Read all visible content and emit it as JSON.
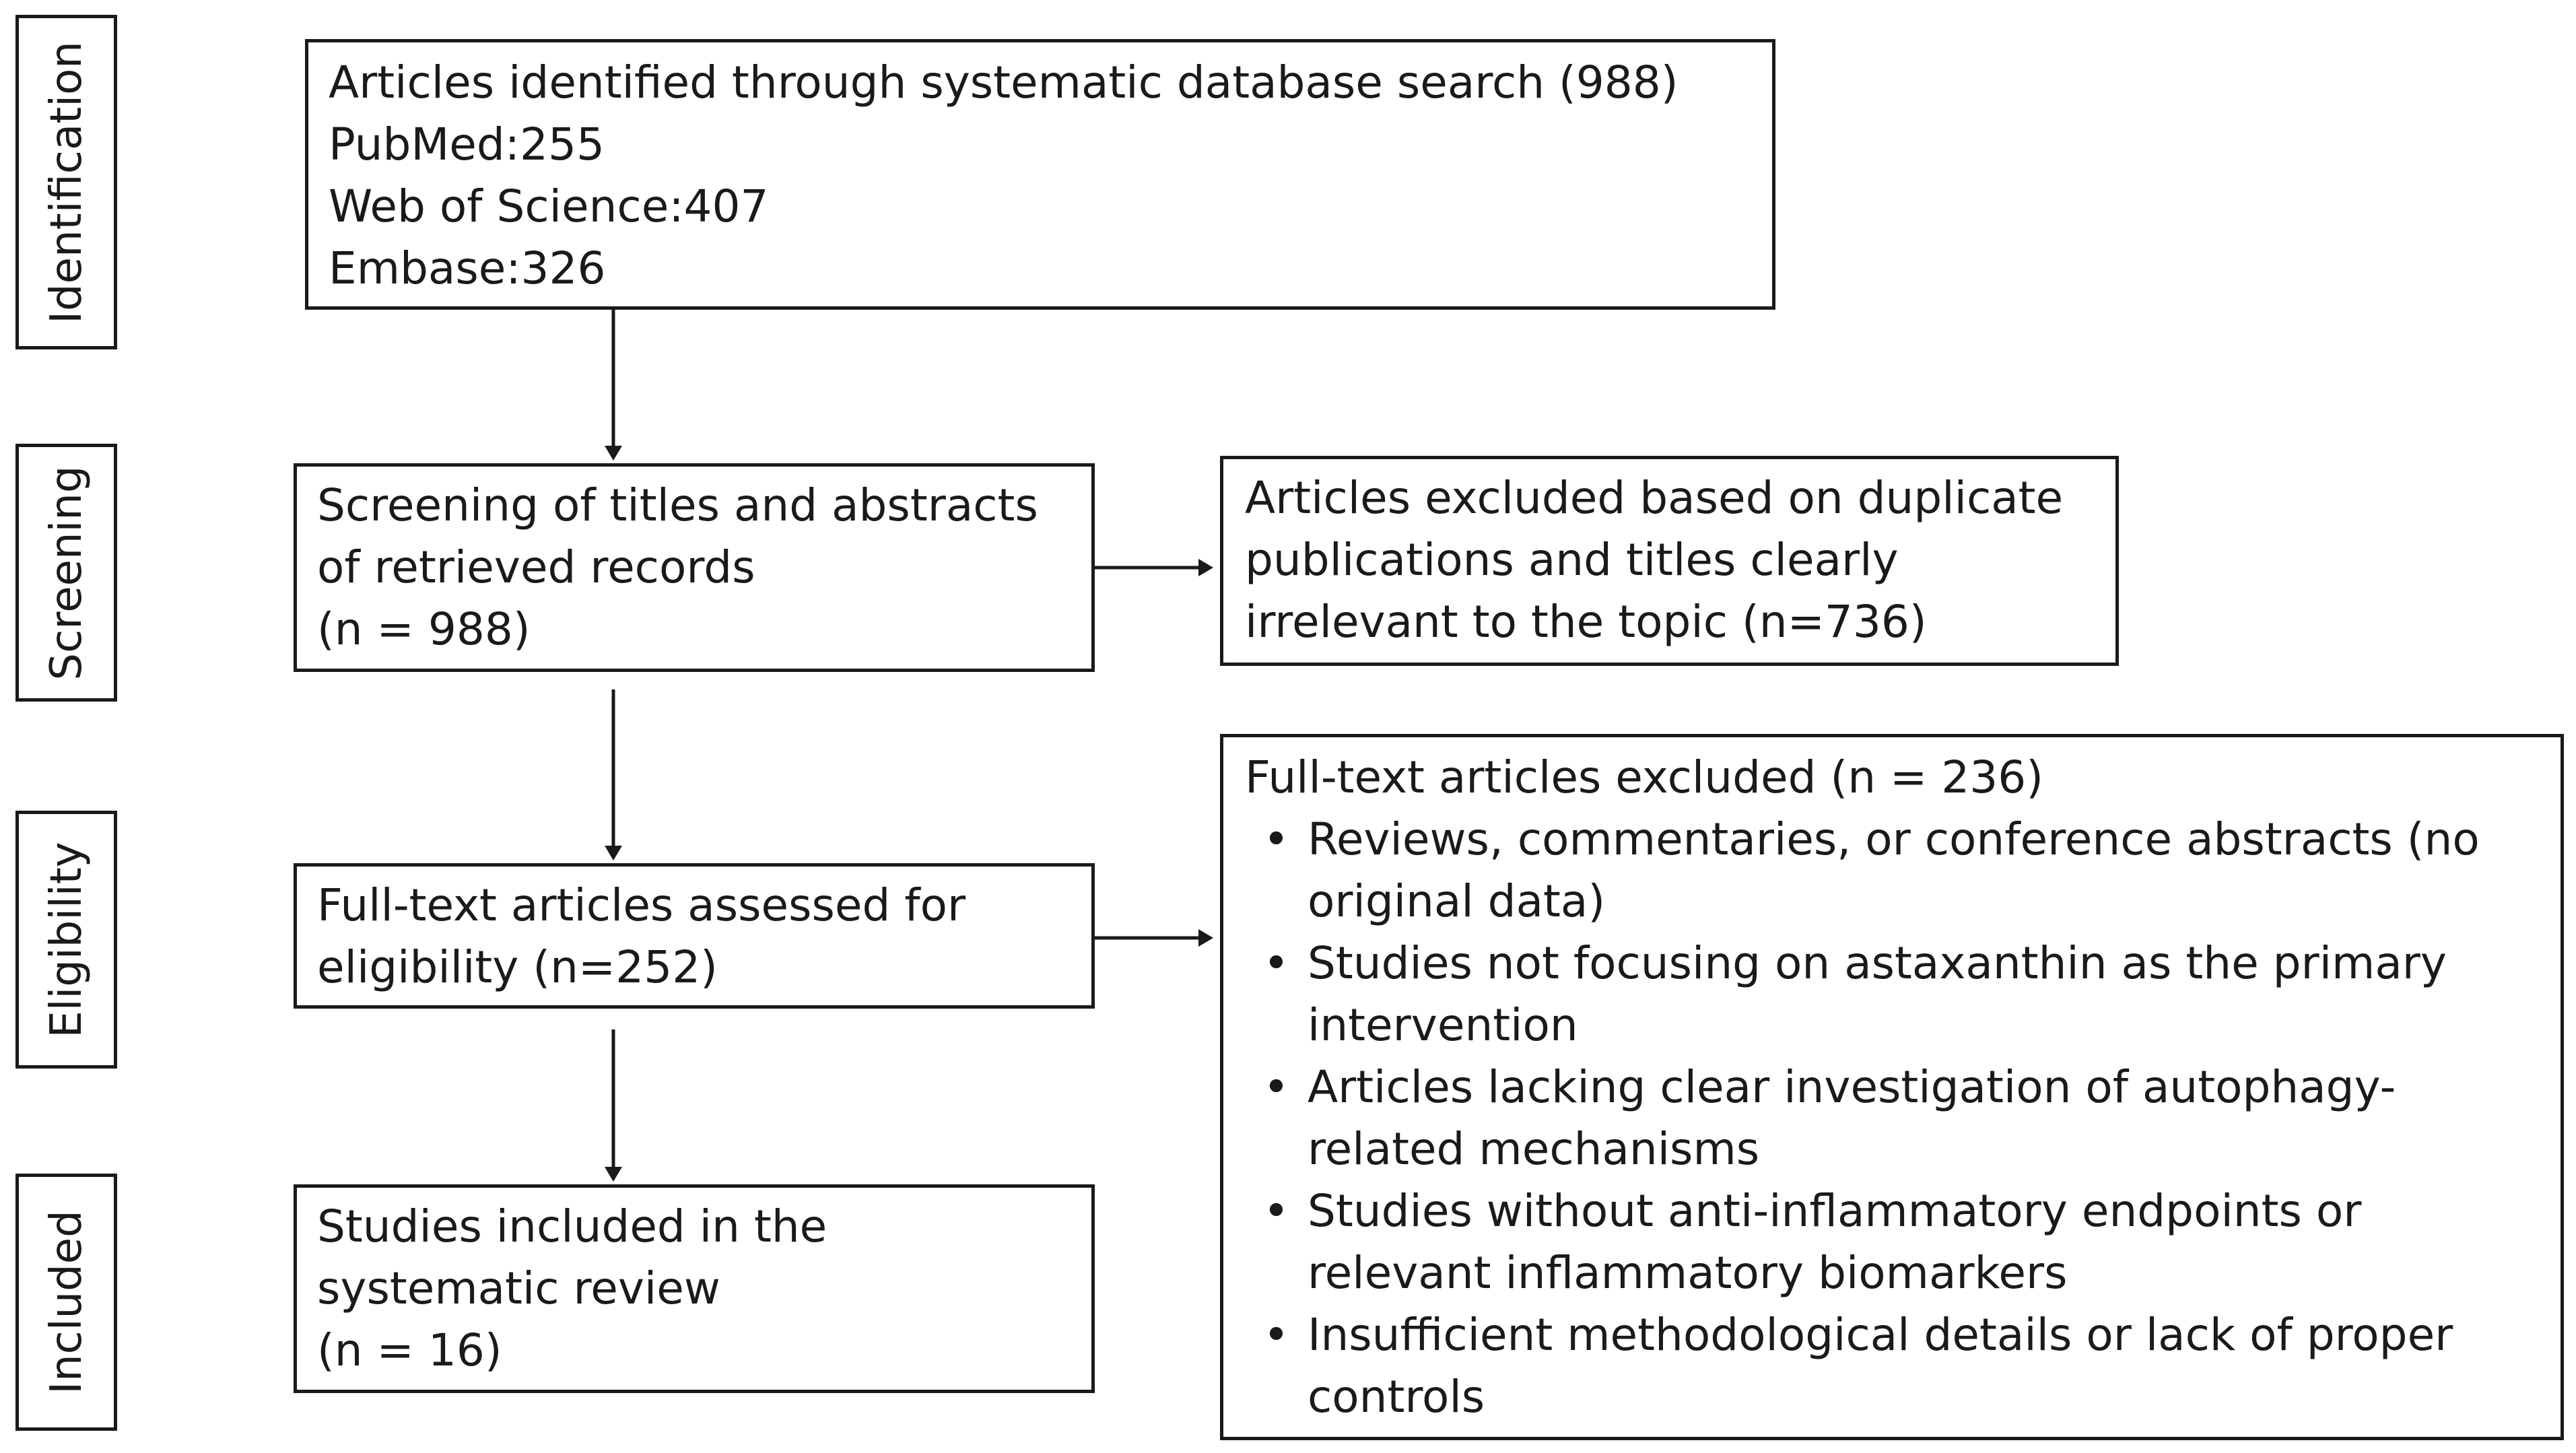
{
  "stages": {
    "identification": "Identification",
    "screening": "Screening",
    "eligibility": "Eligibility",
    "included": "Included"
  },
  "identified": {
    "lines": [
      "Articles identified through systematic database search (988)",
      "PubMed:255",
      "Web of Science:407",
      "Embase:326"
    ]
  },
  "screening_box": {
    "lines": [
      "Screening of titles and abstracts",
      "of retrieved records",
      "(n = 988)"
    ]
  },
  "duplicates_excluded": {
    "lines": [
      "Articles excluded based on duplicate",
      "publications and titles clearly",
      "irrelevant to the topic (n=736)"
    ]
  },
  "fulltext_assessed": {
    "lines": [
      "Full-text articles assessed for",
      "eligibility (n=252)"
    ]
  },
  "fulltext_excluded": {
    "title": "Full-text articles excluded (n = 236)",
    "reasons": [
      [
        "Reviews, commentaries, or conference abstracts (no",
        "original data)"
      ],
      [
        "Studies not focusing on astaxanthin as the primary",
        "intervention"
      ],
      [
        "Articles lacking clear investigation of autophagy-",
        "related mechanisms"
      ],
      [
        "Studies without anti-inflammatory endpoints or",
        "relevant inflammatory biomarkers"
      ],
      [
        "Insufficient methodological details or lack of proper",
        "controls"
      ]
    ]
  },
  "included_box": {
    "lines": [
      "Studies included in the",
      "systematic review",
      "(n = 16)"
    ]
  },
  "colors": {
    "stroke": "#1a1a1a",
    "background": "#ffffff"
  }
}
